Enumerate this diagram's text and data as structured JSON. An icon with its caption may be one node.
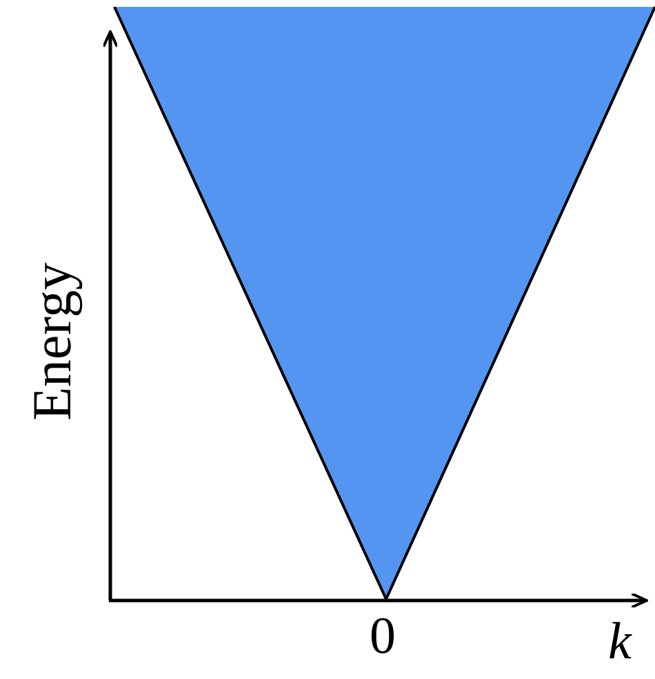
{
  "diagram": {
    "labels": [
      "Energy",
      "0",
      "k"
    ]
  }
}
